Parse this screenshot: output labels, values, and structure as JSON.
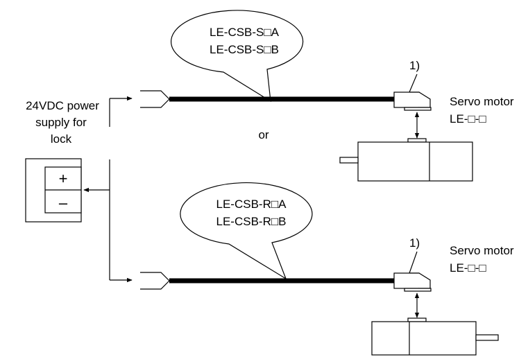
{
  "power_supply": {
    "label_lines": [
      "24VDC power",
      "supply for",
      "lock"
    ],
    "plus": "+",
    "minus": "–"
  },
  "or_label": "or",
  "top": {
    "callout_lines": [
      "LE-CSB-S□A",
      "LE-CSB-S□B"
    ],
    "ref": "1)",
    "motor_lines": [
      "Servo motor",
      "LE-□-□"
    ]
  },
  "bottom": {
    "callout_lines": [
      "LE-CSB-R□A",
      "LE-CSB-R□B"
    ],
    "ref": "1)",
    "motor_lines": [
      "Servo motor",
      "LE-□-□"
    ]
  }
}
